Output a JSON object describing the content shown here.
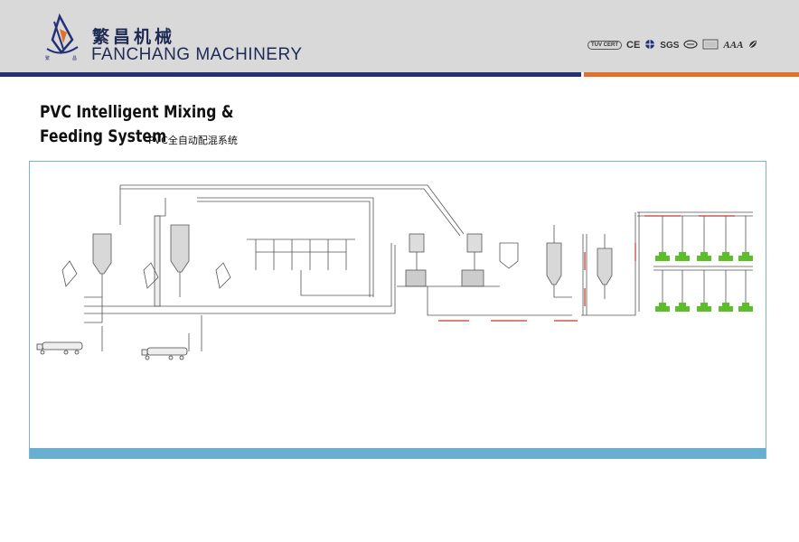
{
  "header": {
    "brand_cn": "繁昌机械",
    "brand_en": "FANCHANG MACHINERY",
    "logo_caption_left": "繁",
    "logo_caption_right": "昌",
    "certifications": [
      "TUV CERT",
      "CE",
      "SGS",
      "AAA"
    ]
  },
  "title": {
    "line1": "PVC Intelligent Mixing &",
    "line2": "Feeding System",
    "chinese": "PVC全自动配混系统"
  },
  "colors": {
    "header_bg": "#d9d9d9",
    "stripe_blue": "#233274",
    "stripe_orange": "#e0702a",
    "frame_border": "#7ab4cf",
    "footer_bar": "#6aaed0",
    "extruder_green": "#5cbf2a",
    "pipe_red": "#c0392b"
  }
}
